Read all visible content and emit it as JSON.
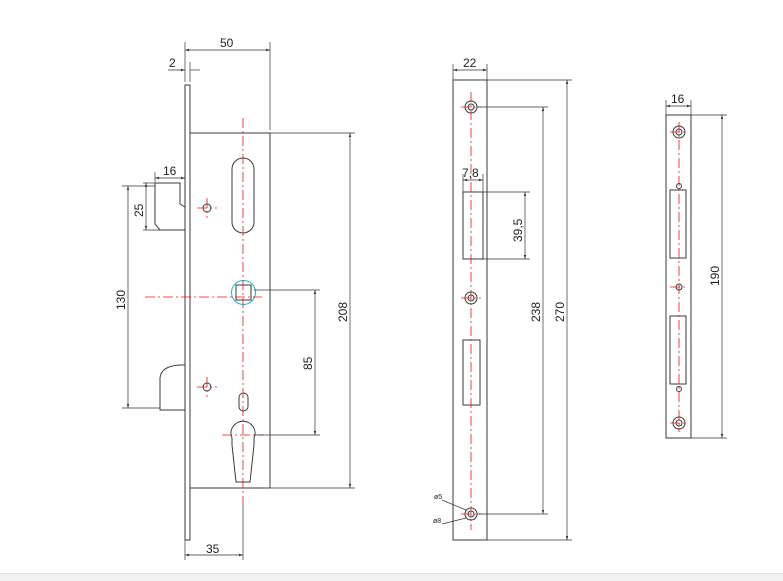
{
  "colors": {
    "outline": "#3a3a3a",
    "dimension": "#333333",
    "centerline": "#e0181b",
    "highlight": "#1fb3d0",
    "background": "#ffffff"
  },
  "lock_body_view": {
    "dims": {
      "width": "50",
      "faceplate_offset": "2",
      "latch_projection": "16",
      "hook_height": "25",
      "hook_span": "130",
      "body_height": "208",
      "spindle_to_cylinder": "85",
      "backset": "35"
    }
  },
  "faceplate_view": {
    "dims": {
      "width": "22",
      "slot_offset": "7,8",
      "slot_height": "39,5",
      "fixing_centres": "238",
      "length": "270",
      "hole_small": "ø5",
      "hole_large": "ø8"
    }
  },
  "strike_plate_view": {
    "dims": {
      "width": "16",
      "length": "190"
    }
  }
}
